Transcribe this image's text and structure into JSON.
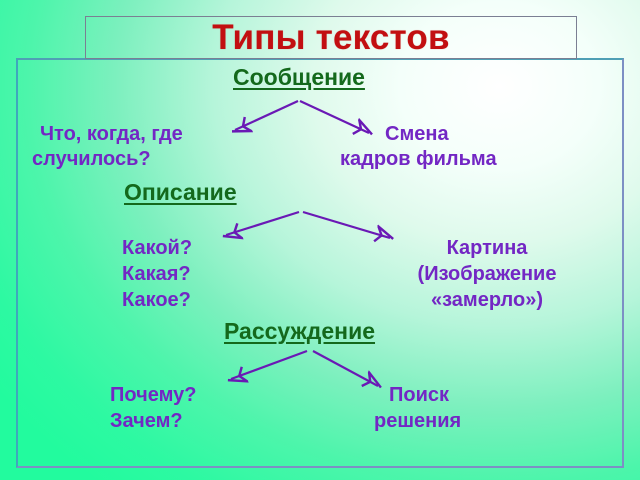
{
  "slide": {
    "title": "Типы текстов",
    "title_color": "#c20f11",
    "heading_color": "#14691c",
    "body_color": "#7327c4",
    "arrow_color": "#6a19b5",
    "background_accent": "#22fb9e"
  },
  "sections": [
    {
      "heading": "Сообщение",
      "left_line1": "Что, когда, где",
      "left_line2": "случилось?",
      "right_line1": "Смена",
      "right_line2": "кадров фильма",
      "right_line3": ""
    },
    {
      "heading": "Описание",
      "left_line1": "Какой?",
      "left_line2": "Какая?",
      "left_line3": "Какое?",
      "right_line1": "Картина",
      "right_line2": "(Изображение",
      "right_line3": "«замерло»)"
    },
    {
      "heading": "Рассуждение",
      "left_line1": "Почему?",
      "left_line2": "Зачем?",
      "right_line1": "Поиск",
      "right_line2": "решения"
    }
  ]
}
